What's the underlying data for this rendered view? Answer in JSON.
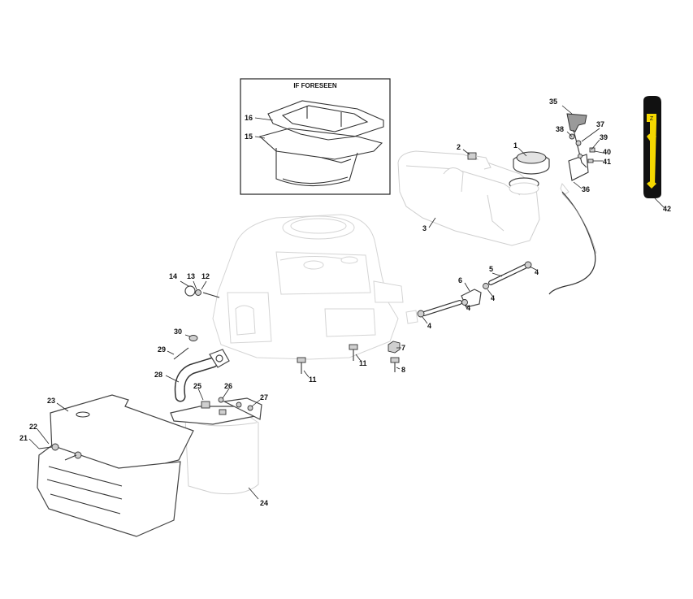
{
  "inset": {
    "title": "IF FORESEEN"
  },
  "callouts": {
    "c1": "1",
    "c2": "2",
    "c3": "3",
    "c4a": "4",
    "c4b": "4",
    "c4c": "4",
    "c4d": "4",
    "c5": "5",
    "c6": "6",
    "c7": "7",
    "c8": "8",
    "c11a": "11",
    "c11b": "11",
    "c12": "12",
    "c13": "13",
    "c14": "14",
    "c15": "15",
    "c16": "16",
    "c21": "21",
    "c22": "22",
    "c23": "23",
    "c24": "24",
    "c25": "25",
    "c26": "26",
    "c27": "27",
    "c28": "28",
    "c29": "29",
    "c30": "30",
    "c35": "35",
    "c36": "36",
    "c37": "37",
    "c38": "38",
    "c39": "39",
    "c40": "40",
    "c41": "41",
    "c42": "42"
  },
  "colors": {
    "decal_body": "#111111",
    "decal_stripe": "#f5d800",
    "line": "#333333"
  },
  "icons": [
    "fuel-cap-icon",
    "throttle-lever-icon",
    "throttle-decal-icon",
    "bolt-icon",
    "nut-icon"
  ]
}
